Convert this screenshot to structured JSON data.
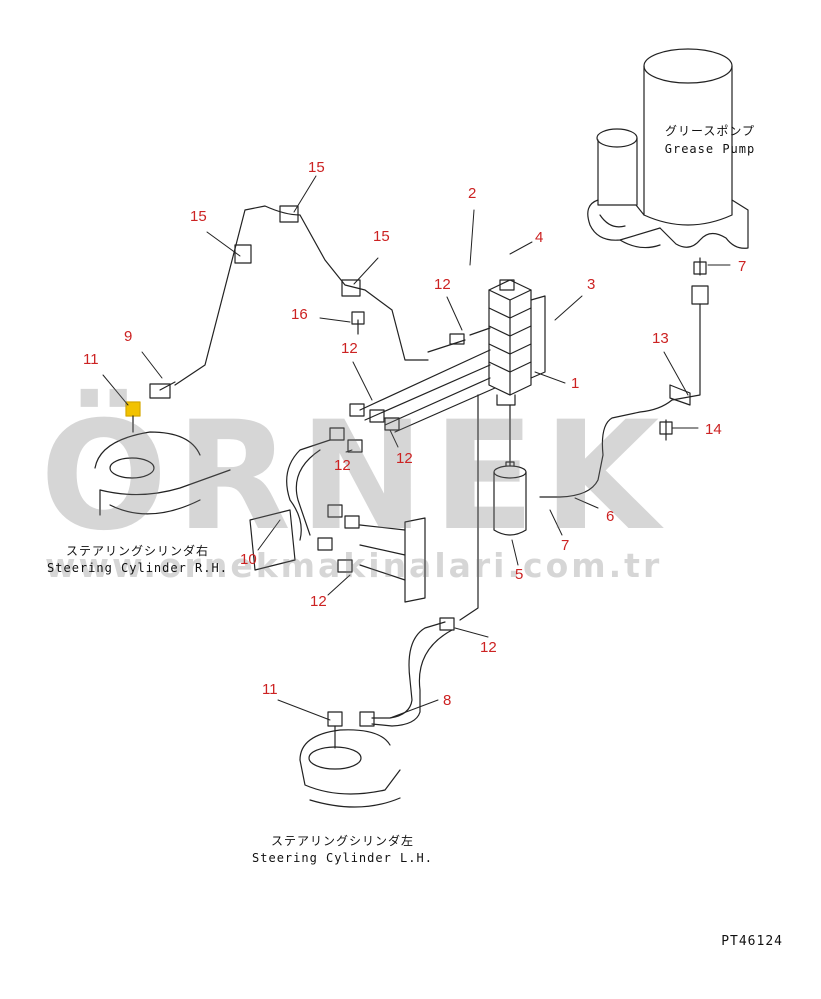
{
  "labels": {
    "pump_jp": "グリースポンプ",
    "pump_en": "Grease Pump",
    "cyl_rh_jp": "ステアリングシリンダ右",
    "cyl_rh_en": "Steering Cylinder R.H.",
    "cyl_lh_jp": "ステアリングシリンダ左",
    "cyl_lh_en": "Steering Cylinder L.H."
  },
  "drawing_code": "PT46124",
  "watermark": {
    "main": "ÖRNEK",
    "sub": "www.ornekmakinalari.com.tr"
  },
  "colors": {
    "line": "#222222",
    "callout": "#cc2222",
    "watermark": "#7a7a7a",
    "accent": "#f2c200"
  },
  "callouts": [
    {
      "id": "c-15a",
      "text": "15"
    },
    {
      "id": "c-15b",
      "text": "15"
    },
    {
      "id": "c-15c",
      "text": "15"
    },
    {
      "id": "c-2",
      "text": "2"
    },
    {
      "id": "c-4",
      "text": "4"
    },
    {
      "id": "c-3",
      "text": "3"
    },
    {
      "id": "c-7a",
      "text": "7"
    },
    {
      "id": "c-12a",
      "text": "12"
    },
    {
      "id": "c-16",
      "text": "16"
    },
    {
      "id": "c-12b",
      "text": "12"
    },
    {
      "id": "c-9",
      "text": "9"
    },
    {
      "id": "c-11a",
      "text": "11"
    },
    {
      "id": "c-1",
      "text": "1"
    },
    {
      "id": "c-13",
      "text": "13"
    },
    {
      "id": "c-14",
      "text": "14"
    },
    {
      "id": "c-12c",
      "text": "12"
    },
    {
      "id": "c-12d",
      "text": "12"
    },
    {
      "id": "c-6",
      "text": "6"
    },
    {
      "id": "c-7b",
      "text": "7"
    },
    {
      "id": "c-5",
      "text": "5"
    },
    {
      "id": "c-10",
      "text": "10"
    },
    {
      "id": "c-12e",
      "text": "12"
    },
    {
      "id": "c-12f",
      "text": "12"
    },
    {
      "id": "c-8",
      "text": "8"
    },
    {
      "id": "c-11b",
      "text": "11"
    }
  ]
}
